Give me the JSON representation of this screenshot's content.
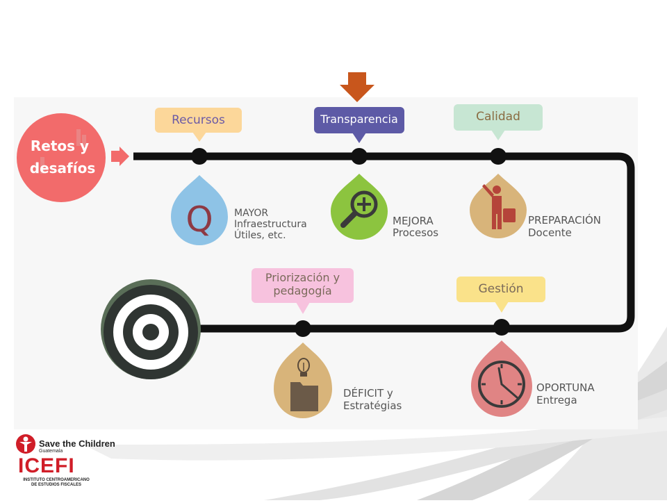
{
  "start": {
    "text_line1": "Retos y",
    "text_line2": "desafíos",
    "color": "#f26b6b"
  },
  "top_steps": [
    {
      "label": "Recursos",
      "label_bg": "#fcd79a",
      "label_color": "#6b5aa6",
      "desc": [
        "MAYOR",
        "Infraestructura",
        "Útiles, etc."
      ],
      "icon": "letter-q-icon",
      "icon_glyph": "Q",
      "drop_color": "#8ec3e6"
    },
    {
      "label": "Transparencia",
      "label_bg": "#5d5aa6",
      "label_color": "#ffffff",
      "desc": [
        "MEJORA",
        "Procesos"
      ],
      "icon": "magnifier-plus-icon",
      "drop_color": "#8cc43f"
    },
    {
      "label": "Calidad",
      "label_bg": "#c7e6d3",
      "label_color": "#8a6c42",
      "desc": [
        "PREPARACIÓN",
        "Docente"
      ],
      "icon": "teacher-icon",
      "drop_color": "#d8b47a"
    }
  ],
  "bottom_steps": [
    {
      "label_line1": "Priorización y",
      "label_line2": "pedagogía",
      "label_bg": "#f7c2de",
      "label_color": "#7a6a5a",
      "desc": [
        "DÉFICIT y",
        "Estratégias"
      ],
      "icon": "lightbulb-folder-icon",
      "drop_color": "#d8b47a"
    },
    {
      "label": "Gestión",
      "label_bg": "#fae28a",
      "label_color": "#7a6a5a",
      "desc": [
        "OPORTUNA",
        "Entrega"
      ],
      "icon": "clock-icon",
      "drop_color": "#e08484"
    }
  ],
  "goal": {
    "icon": "target-icon"
  },
  "highlight": {
    "icon": "down-arrow-icon",
    "color": "#c8561c"
  },
  "logos": {
    "stc_name": "Save the Children",
    "stc_sub": "Guatemala",
    "icefi_name": "ICEFI",
    "icefi_sub_line1": "INSTITUTO CENTROAMERICANO",
    "icefi_sub_line2": "DE ESTUDIOS FISCALES"
  }
}
